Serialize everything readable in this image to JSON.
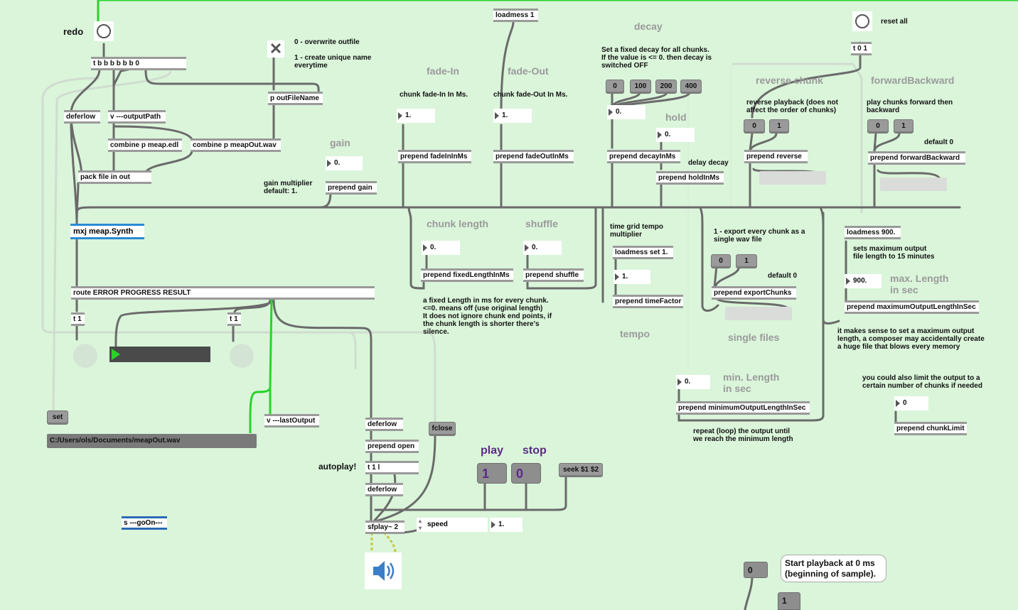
{
  "redo": {
    "label": "redo"
  },
  "trigger_main": "t b b b b b b 0",
  "outfile": {
    "options": "0 - overwrite outfile\n\n1 - create unique name everytime",
    "subpatch": "p outFileName"
  },
  "deferlow1": "deferlow",
  "output_path": "v ---outputPath",
  "combine_edl": "combine p meap.edl",
  "combine_wav": "combine p meapOut.wav",
  "pack": "pack file in out",
  "synth": "mxj meap.Synth",
  "route": "route ERROR PROGRESS RESULT",
  "t1_left": "t 1",
  "t1_right": "t 1",
  "set_msg": "set",
  "path_display": "C:/Users/ols/Documents/meapOut.wav",
  "last_output": "v ---lastOutput",
  "goon": "s ---goOn---",
  "gain": {
    "title": "gain",
    "value": "0.",
    "box": "prepend gain",
    "note": "gain multiplier\ndefault: 1."
  },
  "fadein": {
    "title": "fade-In",
    "note": "chunk fade-In In Ms.",
    "value": "1.",
    "box": "prepend fadeInInMs"
  },
  "fadeout": {
    "title": "fade-Out",
    "note": "chunk fade-Out In Ms.",
    "value": "1.",
    "box": "prepend fadeOutInMs"
  },
  "loadmess1": "loadmess 1",
  "decay": {
    "title": "decay",
    "note": "Set a fixed decay for all chunks.\nIf the value is <= 0. then decay is\nswitched OFF",
    "presets": [
      "0",
      "100",
      "200",
      "400"
    ],
    "value": "0.",
    "box": "prepend decayInMs"
  },
  "hold": {
    "title": "hold",
    "value": "0.",
    "box": "prepend holdInMs",
    "note": "delay decay"
  },
  "reset": {
    "label": "reset all",
    "trigger": "t 0 1"
  },
  "reverse": {
    "title": "reverse chunk",
    "note": "reverse playback (does not\naffect the order of chunks)",
    "buttons": [
      "0",
      "1"
    ],
    "box": "prepend reverse"
  },
  "forward": {
    "title": "forwardBackward",
    "note": "play chunks forward then\nbackward",
    "buttons": [
      "0",
      "1"
    ],
    "default": "default 0",
    "box": "prepend forwardBackward"
  },
  "chunk_length": {
    "title": "chunk length",
    "value": "0.",
    "box": "prepend fixedLengthInMs",
    "note": "a fixed Length in ms for every chunk.\n<=0. means off (use original length)\nIt does not ignore chunk end points, if\nthe chunk length is shorter there's\nsilence."
  },
  "shuffle": {
    "title": "shuffle",
    "value": "0.",
    "box": "prepend shuffle"
  },
  "tempo": {
    "title": "tempo",
    "note": "time grid tempo\nmultiplier",
    "loadmess": "loadmess set 1.",
    "value": "1.",
    "box": "prepend timeFactor"
  },
  "export": {
    "note": "1 - export every chunk as a\nsingle wav file",
    "buttons": [
      "0",
      "1"
    ],
    "default": "default 0",
    "box": "prepend exportChunks",
    "title": "single files"
  },
  "max_length": {
    "loadmess": "loadmess 900.",
    "note": "sets maximum output\nfile length to 15 minutes",
    "value": "900.",
    "title": "max. Length\nin sec",
    "box": "prepend maximumOutputLengthInSec",
    "explain": "it makes sense to set a maximum output\nlength, a composer may accidentally create\na huge file that blows every memory"
  },
  "min_length": {
    "title": "min. Length\nin sec",
    "value": "0.",
    "box": "prepend minimumOutputLengthInSec",
    "note": "repeat (loop) the output until\nwe reach the minimum length"
  },
  "chunk_limit": {
    "note": "you could also limit the output to a\ncertain number of chunks if needed",
    "value": "0",
    "box": "prepend chunkLimit"
  },
  "player": {
    "deferlow_a": "deferlow",
    "prepend_open": "prepend open",
    "t11": "t 1 l",
    "deferlow_b": "deferlow",
    "fclose": "fclose",
    "autoplay": "autoplay!",
    "play_label": "play",
    "stop_label": "stop",
    "play_value": "1",
    "stop_value": "0",
    "seek": "seek $1 $2",
    "sfplay": "sfplay~ 2",
    "speed_label": "speed",
    "speed_value": "1."
  },
  "playback_hint": {
    "value": "0",
    "text": "Start playback at 0 ms\n(beginning of sample).",
    "below": "1"
  },
  "colors": {
    "background": "#daf5da",
    "cord": "#666666",
    "signal_cord": "#33cc33",
    "synth_outline": "#2a8ad6"
  }
}
